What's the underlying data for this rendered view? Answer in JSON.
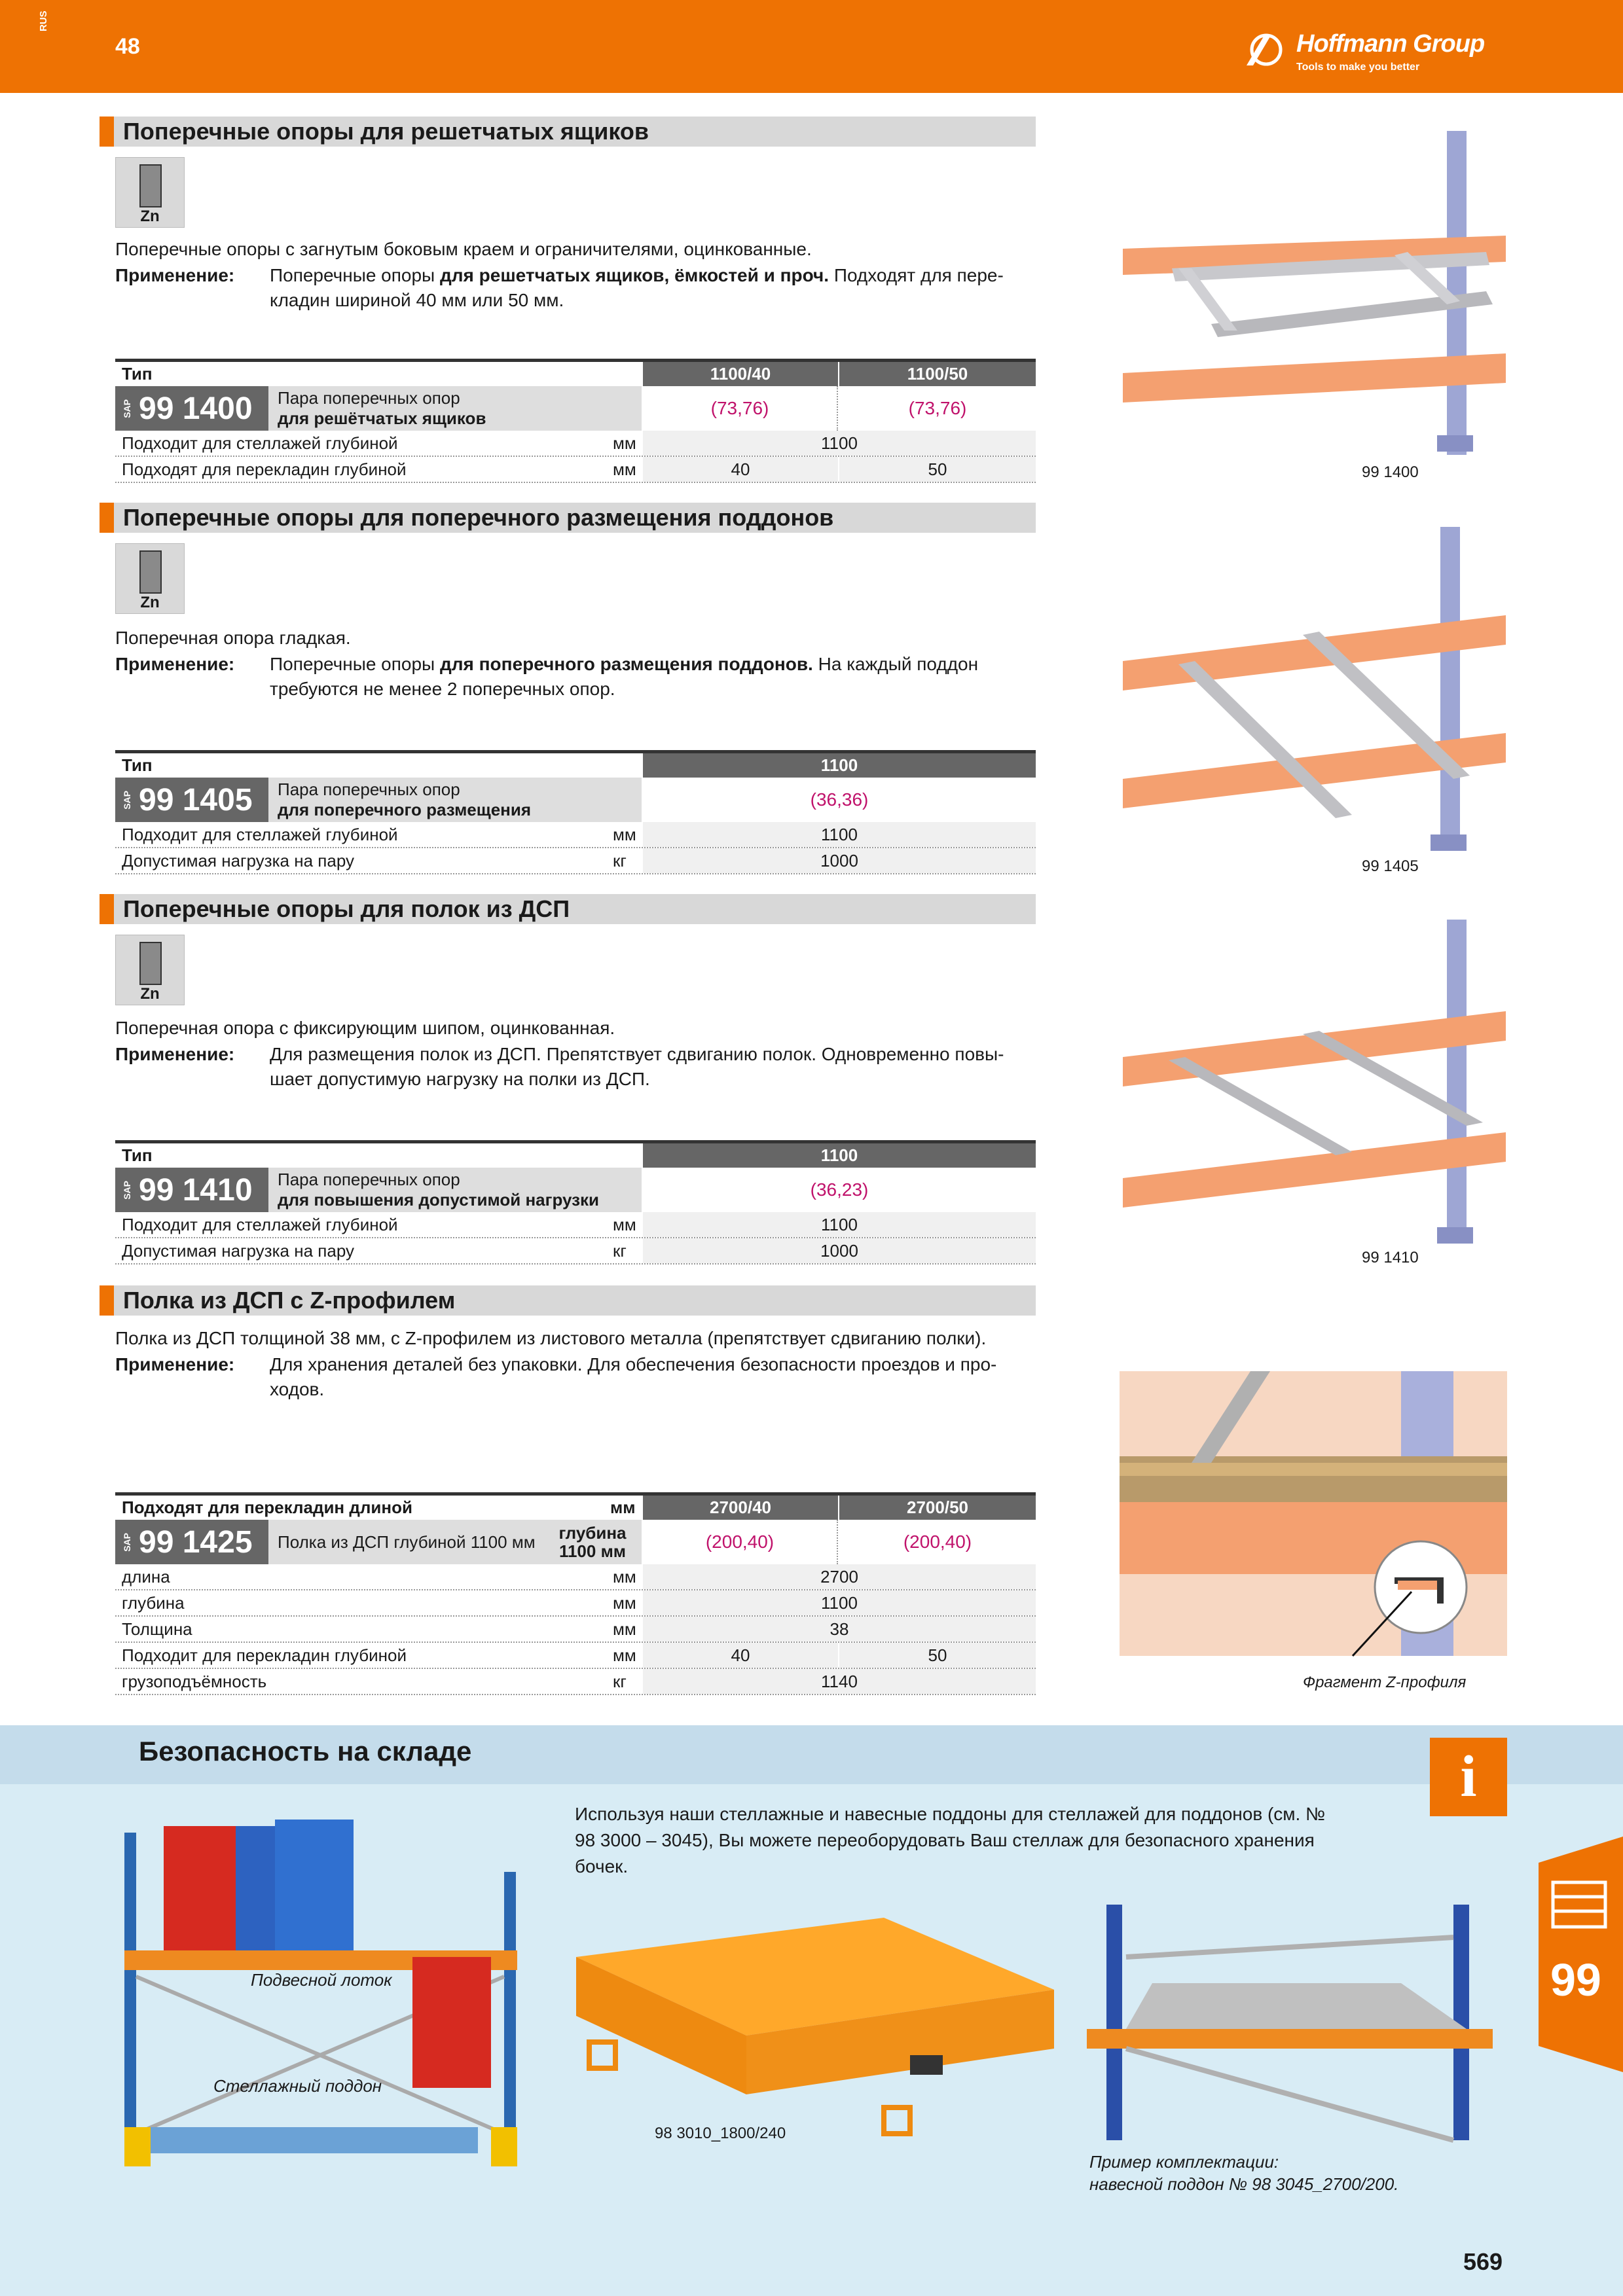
{
  "header": {
    "lang": "RUS",
    "chapter_page": "48",
    "logo_name": "Hoffmann Group",
    "logo_tagline": "Tools to make you better"
  },
  "sections": [
    {
      "title": "Поперечные опоры для решетчатых ящиков",
      "zn": "Zn",
      "desc": "Поперечные опоры с загнутым боковым краем и ограничителями, оцинкованные.",
      "app_label": "Применение:",
      "app_pre": "Поперечные опоры ",
      "app_bold": "для решетчатых ящиков, ёмкостей и проч.",
      "app_post": " Подходят для пере-кладин шириной 40 мм или 50 мм.",
      "type_label": "Тип",
      "col_headers": [
        "1100/40",
        "1100/50"
      ],
      "sap": "SAP",
      "number": "99 1400",
      "prod_name1": "Пара поперечных опор",
      "prod_name2": "для решётчатых ящиков",
      "prices": [
        "(73,76)",
        "(73,76)"
      ],
      "rows": [
        {
          "label": "Подходит для стеллажей глубиной",
          "unit": "мм",
          "span": "1100"
        },
        {
          "label": "Подходят для перекладин глубиной",
          "unit": "мм",
          "v1": "40",
          "v2": "50"
        }
      ],
      "caption": "99 1400"
    },
    {
      "title": "Поперечные опоры для поперечного размещения поддонов",
      "zn": "Zn",
      "desc": "Поперечная опора гладкая.",
      "app_label": "Применение:",
      "app_pre": "Поперечные опоры ",
      "app_bold": "для поперечного размещения поддонов.",
      "app_post": " На каждый поддон требуются не менее 2 поперечных опор.",
      "type_label": "Тип",
      "col_headers": [
        "1100"
      ],
      "sap": "SAP",
      "number": "99 1405",
      "prod_name1": "Пара поперечных опор",
      "prod_name2": "для поперечного размещения",
      "prices": [
        "(36,36)"
      ],
      "rows": [
        {
          "label": "Подходит для стеллажей глубиной",
          "unit": "мм",
          "span": "1100"
        },
        {
          "label": "Допустимая нагрузка на пару",
          "unit": "кг",
          "span": "1000"
        }
      ],
      "caption": "99 1405"
    },
    {
      "title": "Поперечные опоры для полок из ДСП",
      "zn": "Zn",
      "desc": "Поперечная опора с фиксирующим шипом, оцинкованная.",
      "app_label": "Применение:",
      "app_pre": "Для размещения полок из ДСП. Препятствует сдвиганию полок. Одновременно повы-шает допустимую нагрузку на полки из ДСП.",
      "app_bold": "",
      "app_post": "",
      "type_label": "Тип",
      "col_headers": [
        "1100"
      ],
      "sap": "SAP",
      "number": "99 1410",
      "prod_name1": "Пара поперечных опор",
      "prod_name2": "для повышения допустимой нагрузки",
      "prices": [
        "(36,23)"
      ],
      "rows": [
        {
          "label": "Подходит для стеллажей глубиной",
          "unit": "мм",
          "span": "1100"
        },
        {
          "label": "Допустимая нагрузка на пару",
          "unit": "кг",
          "span": "1000"
        }
      ],
      "caption": "99 1410"
    },
    {
      "title": "Полка из ДСП с Z-профилем",
      "desc": "Полка из ДСП толщиной 38 мм, с Z-профилем из листового металла (препятствует сдвиганию полки).",
      "app_label": "Применение:",
      "app_pre": "Для хранения деталей без упаковки. Для обеспечения безопасности проездов и про-ходов.",
      "type_label": "Подходят для перекладин длиной",
      "type_unit": "мм",
      "col_headers": [
        "2700/40",
        "2700/50"
      ],
      "sap": "SAP",
      "number": "99 1425",
      "prod_name1": "Полка из ДСП глубиной 1100 мм",
      "prod_extra": "глубина 1100 мм",
      "prices": [
        "(200,40)",
        "(200,40)"
      ],
      "rows": [
        {
          "label": "длина",
          "unit": "мм",
          "span": "2700"
        },
        {
          "label": "глубина",
          "unit": "мм",
          "span": "1100"
        },
        {
          "label": "Толщина",
          "unit": "мм",
          "span": "38"
        },
        {
          "label": "Подходит для перекладин глубиной",
          "unit": "мм",
          "v1": "40",
          "v2": "50"
        },
        {
          "label": "грузоподъёмность",
          "unit": "кг",
          "span": "1140"
        }
      ],
      "caption": "Фрагмент Z-профиля"
    }
  ],
  "safety": {
    "title": "Безопасность на складе",
    "info_icon": "i",
    "text": "Используя наши стеллажные и навесные поддоны для стеллажей для поддонов (см. № 98 3000 – 3045), Вы можете переоборудовать Ваш стеллаж для безопасного хранения бочек.",
    "label_hanging": "Подвесной лоток",
    "label_pallet": "Стеллажный поддон",
    "caption_tray": "98 3010_1800/240",
    "caption_example1": "Пример комплектации:",
    "caption_example2": "навесной поддон № 98 3045_2700/200."
  },
  "side_tab": "99",
  "page_number": "569",
  "colors": {
    "accent": "#ee7203",
    "price": "#c0126b",
    "table_dark": "#666666",
    "rack_beam": "#f4a070",
    "rack_upright": "#9ea6d4"
  }
}
